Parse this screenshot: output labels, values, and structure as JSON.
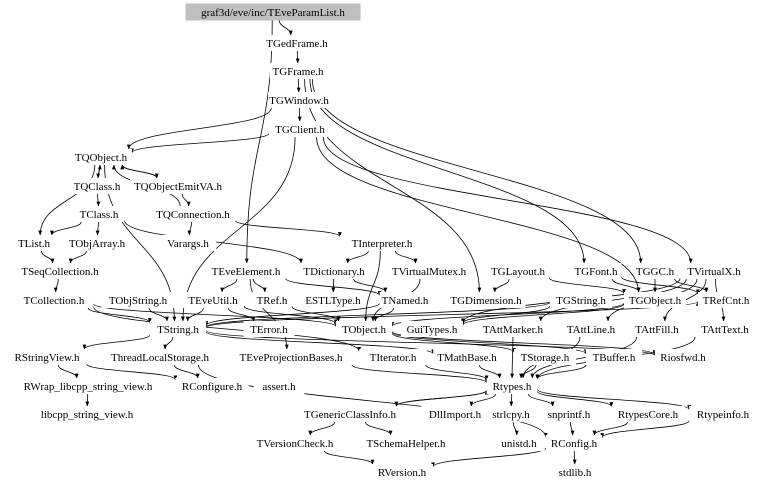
{
  "root": "graf3d/eve/inc/TEveParamList.h",
  "nodes": [
    {
      "id": "root",
      "label": "graf3d/eve/inc/TEveParamList.h"
    },
    {
      "id": "TGedFrame",
      "label": "TGedFrame.h"
    },
    {
      "id": "TGFrame",
      "label": "TGFrame.h"
    },
    {
      "id": "TGWindow",
      "label": "TGWindow.h"
    },
    {
      "id": "TGClient",
      "label": "TGClient.h"
    },
    {
      "id": "TQObject",
      "label": "TQObject.h"
    },
    {
      "id": "TQClass",
      "label": "TQClass.h"
    },
    {
      "id": "TQObjectEmitVA",
      "label": "TQObjectEmitVA.h"
    },
    {
      "id": "TClass",
      "label": "TClass.h"
    },
    {
      "id": "TQConnection",
      "label": "TQConnection.h"
    },
    {
      "id": "TList",
      "label": "TList.h"
    },
    {
      "id": "TObjArray",
      "label": "TObjArray.h"
    },
    {
      "id": "Varargs",
      "label": "Varargs.h"
    },
    {
      "id": "TInterpreter",
      "label": "TInterpreter.h"
    },
    {
      "id": "TSeqCollection",
      "label": "TSeqCollection.h"
    },
    {
      "id": "TEveElement",
      "label": "TEveElement.h"
    },
    {
      "id": "TDictionary",
      "label": "TDictionary.h"
    },
    {
      "id": "TVirtualMutex",
      "label": "TVirtualMutex.h"
    },
    {
      "id": "TGLayout",
      "label": "TGLayout.h"
    },
    {
      "id": "TGFont",
      "label": "TGFont.h"
    },
    {
      "id": "TGGC",
      "label": "TGGC.h"
    },
    {
      "id": "TVirtualX",
      "label": "TVirtualX.h"
    },
    {
      "id": "TCollection",
      "label": "TCollection.h"
    },
    {
      "id": "TObjString",
      "label": "TObjString.h"
    },
    {
      "id": "TEveUtil",
      "label": "TEveUtil.h"
    },
    {
      "id": "TRef",
      "label": "TRef.h"
    },
    {
      "id": "ESTLType",
      "label": "ESTLType.h"
    },
    {
      "id": "TNamed",
      "label": "TNamed.h"
    },
    {
      "id": "TGDimension",
      "label": "TGDimension.h"
    },
    {
      "id": "TGString",
      "label": "TGString.h"
    },
    {
      "id": "TGObject",
      "label": "TGObject.h"
    },
    {
      "id": "TRefCnt",
      "label": "TRefCnt.h"
    },
    {
      "id": "TString",
      "label": "TString.h"
    },
    {
      "id": "TError",
      "label": "TError.h"
    },
    {
      "id": "TObject",
      "label": "TObject.h"
    },
    {
      "id": "GuiTypes",
      "label": "GuiTypes.h"
    },
    {
      "id": "TAttMarker",
      "label": "TAttMarker.h"
    },
    {
      "id": "TAttLine",
      "label": "TAttLine.h"
    },
    {
      "id": "TAttFill",
      "label": "TAttFill.h"
    },
    {
      "id": "TAttText",
      "label": "TAttText.h"
    },
    {
      "id": "RStringView",
      "label": "RStringView.h"
    },
    {
      "id": "ThreadLocalStorage",
      "label": "ThreadLocalStorage.h"
    },
    {
      "id": "TEveProjectionBases",
      "label": "TEveProjectionBases.h"
    },
    {
      "id": "TIterator",
      "label": "TIterator.h"
    },
    {
      "id": "TMathBase",
      "label": "TMathBase.h"
    },
    {
      "id": "TStorage",
      "label": "TStorage.h"
    },
    {
      "id": "TBuffer",
      "label": "TBuffer.h"
    },
    {
      "id": "Riosfwd",
      "label": "Riosfwd.h"
    },
    {
      "id": "RWrap",
      "label": "RWrap_libcpp_string_view.h"
    },
    {
      "id": "RConfigure",
      "label": "RConfigure.h"
    },
    {
      "id": "assert",
      "label": "assert.h"
    },
    {
      "id": "Rtypes",
      "label": "Rtypes.h"
    },
    {
      "id": "libcpp",
      "label": "libcpp_string_view.h"
    },
    {
      "id": "TGenericClassInfo",
      "label": "TGenericClassInfo.h"
    },
    {
      "id": "DllImport",
      "label": "DllImport.h"
    },
    {
      "id": "strlcpy",
      "label": "strlcpy.h"
    },
    {
      "id": "snprintf",
      "label": "snprintf.h"
    },
    {
      "id": "RtypesCore",
      "label": "RtypesCore.h"
    },
    {
      "id": "Rtypeinfo",
      "label": "Rtypeinfo.h"
    },
    {
      "id": "TVersionCheck",
      "label": "TVersionCheck.h"
    },
    {
      "id": "TSchemaHelper",
      "label": "TSchemaHelper.h"
    },
    {
      "id": "unistd",
      "label": "unistd.h"
    },
    {
      "id": "RConfig",
      "label": "RConfig.h"
    },
    {
      "id": "RVersion",
      "label": "RVersion.h"
    },
    {
      "id": "stdlib",
      "label": "stdlib.h"
    }
  ],
  "edges": [
    [
      "root",
      "TGedFrame"
    ],
    [
      "root",
      "TEveElement"
    ],
    [
      "TGedFrame",
      "TGFrame"
    ],
    [
      "TGFrame",
      "TGWindow"
    ],
    [
      "TGFrame",
      "TGDimension"
    ],
    [
      "TGFrame",
      "TGGC"
    ],
    [
      "TGFrame",
      "TGFont"
    ],
    [
      "TGWindow",
      "TGClient"
    ],
    [
      "TGWindow",
      "TQObject"
    ],
    [
      "TGClient",
      "TQObject"
    ],
    [
      "TGClient",
      "TVirtualX"
    ],
    [
      "TGClient",
      "TString"
    ],
    [
      "TGClient",
      "TGObject"
    ],
    [
      "TQObject",
      "TQClass"
    ],
    [
      "TQObject",
      "TQObjectEmitVA"
    ],
    [
      "TQObject",
      "TList"
    ],
    [
      "TQObject",
      "TString"
    ],
    [
      "TQClass",
      "TClass"
    ],
    [
      "TQClass",
      "TQObject"
    ],
    [
      "TQObjectEmitVA",
      "TQConnection"
    ],
    [
      "TQObjectEmitVA",
      "TQObject"
    ],
    [
      "TClass",
      "TList"
    ],
    [
      "TClass",
      "TObjArray"
    ],
    [
      "TClass",
      "TDictionary"
    ],
    [
      "TQConnection",
      "Varargs"
    ],
    [
      "TQConnection",
      "TInterpreter"
    ],
    [
      "TQConnection",
      "TQObject"
    ],
    [
      "TList",
      "TSeqCollection"
    ],
    [
      "TObjArray",
      "TSeqCollection"
    ],
    [
      "TSeqCollection",
      "TCollection"
    ],
    [
      "TInterpreter",
      "TDictionary"
    ],
    [
      "TInterpreter",
      "TVirtualMutex"
    ],
    [
      "TInterpreter",
      "TObject"
    ],
    [
      "TEveElement",
      "TEveUtil"
    ],
    [
      "TEveElement",
      "TRef"
    ],
    [
      "TEveElement",
      "TEveProjectionBases"
    ],
    [
      "TEveElement",
      "TNamed"
    ],
    [
      "TDictionary",
      "ESTLType"
    ],
    [
      "TDictionary",
      "TNamed"
    ],
    [
      "TVirtualMutex",
      "TObject"
    ],
    [
      "TGLayout",
      "TGDimension"
    ],
    [
      "TGLayout",
      "TGObject"
    ],
    [
      "TGFont",
      "TGObject"
    ],
    [
      "TGFont",
      "TRefCnt"
    ],
    [
      "TGGC",
      "TGObject"
    ],
    [
      "TGGC",
      "TRefCnt"
    ],
    [
      "TVirtualX",
      "TAttText"
    ],
    [
      "TVirtualX",
      "TAttLine"
    ],
    [
      "TVirtualX",
      "TAttFill"
    ],
    [
      "TVirtualX",
      "TAttMarker"
    ],
    [
      "TVirtualX",
      "GuiTypes"
    ],
    [
      "TCollection",
      "TObject"
    ],
    [
      "TCollection",
      "TIterator"
    ],
    [
      "TCollection",
      "TString"
    ],
    [
      "TObjString",
      "TString"
    ],
    [
      "TEveUtil",
      "TError"
    ],
    [
      "TEveUtil",
      "TObject"
    ],
    [
      "TEveUtil",
      "TString"
    ],
    [
      "TRef",
      "TObject"
    ],
    [
      "TNamed",
      "TObject"
    ],
    [
      "TNamed",
      "TString"
    ],
    [
      "TGString",
      "TString"
    ],
    [
      "TGString",
      "GuiTypes"
    ],
    [
      "TGObject",
      "TObject"
    ],
    [
      "TGObject",
      "GuiTypes"
    ],
    [
      "TString",
      "RStringView"
    ],
    [
      "TString",
      "ThreadLocalStorage"
    ],
    [
      "TString",
      "TMathBase"
    ],
    [
      "TString",
      "Riosfwd"
    ],
    [
      "TString",
      "TRefCnt"
    ],
    [
      "TObject",
      "TStorage"
    ],
    [
      "TObject",
      "TBuffer"
    ],
    [
      "TObject",
      "Riosfwd"
    ],
    [
      "TAttMarker",
      "Rtypes"
    ],
    [
      "TAttLine",
      "Rtypes"
    ],
    [
      "TAttFill",
      "Rtypes"
    ],
    [
      "TAttText",
      "Rtypes"
    ],
    [
      "RStringView",
      "RWrap"
    ],
    [
      "RStringView",
      "RConfigure"
    ],
    [
      "ThreadLocalStorage",
      "RConfigure"
    ],
    [
      "ThreadLocalStorage",
      "RConfig"
    ],
    [
      "TEveProjectionBases",
      "Rtypes"
    ],
    [
      "TIterator",
      "Rtypes"
    ],
    [
      "TMathBase",
      "Rtypes"
    ],
    [
      "TStorage",
      "Rtypes"
    ],
    [
      "TBuffer",
      "Rtypes"
    ],
    [
      "RWrap",
      "libcpp"
    ],
    [
      "Rtypes",
      "TGenericClassInfo"
    ],
    [
      "Rtypes",
      "DllImport"
    ],
    [
      "Rtypes",
      "strlcpy"
    ],
    [
      "Rtypes",
      "snprintf"
    ],
    [
      "Rtypes",
      "RtypesCore"
    ],
    [
      "Rtypes",
      "Rtypeinfo"
    ],
    [
      "TGenericClassInfo",
      "TSchemaHelper"
    ],
    [
      "TGenericClassInfo",
      "TVersionCheck"
    ],
    [
      "TGenericClassInfo",
      "Rtypes"
    ],
    [
      "strlcpy",
      "unistd"
    ],
    [
      "snprintf",
      "RConfig"
    ],
    [
      "RtypesCore",
      "RConfig"
    ],
    [
      "Rtypeinfo",
      "RConfig"
    ],
    [
      "TVersionCheck",
      "RVersion"
    ],
    [
      "RConfig",
      "RVersion"
    ],
    [
      "RConfig",
      "stdlib"
    ]
  ]
}
